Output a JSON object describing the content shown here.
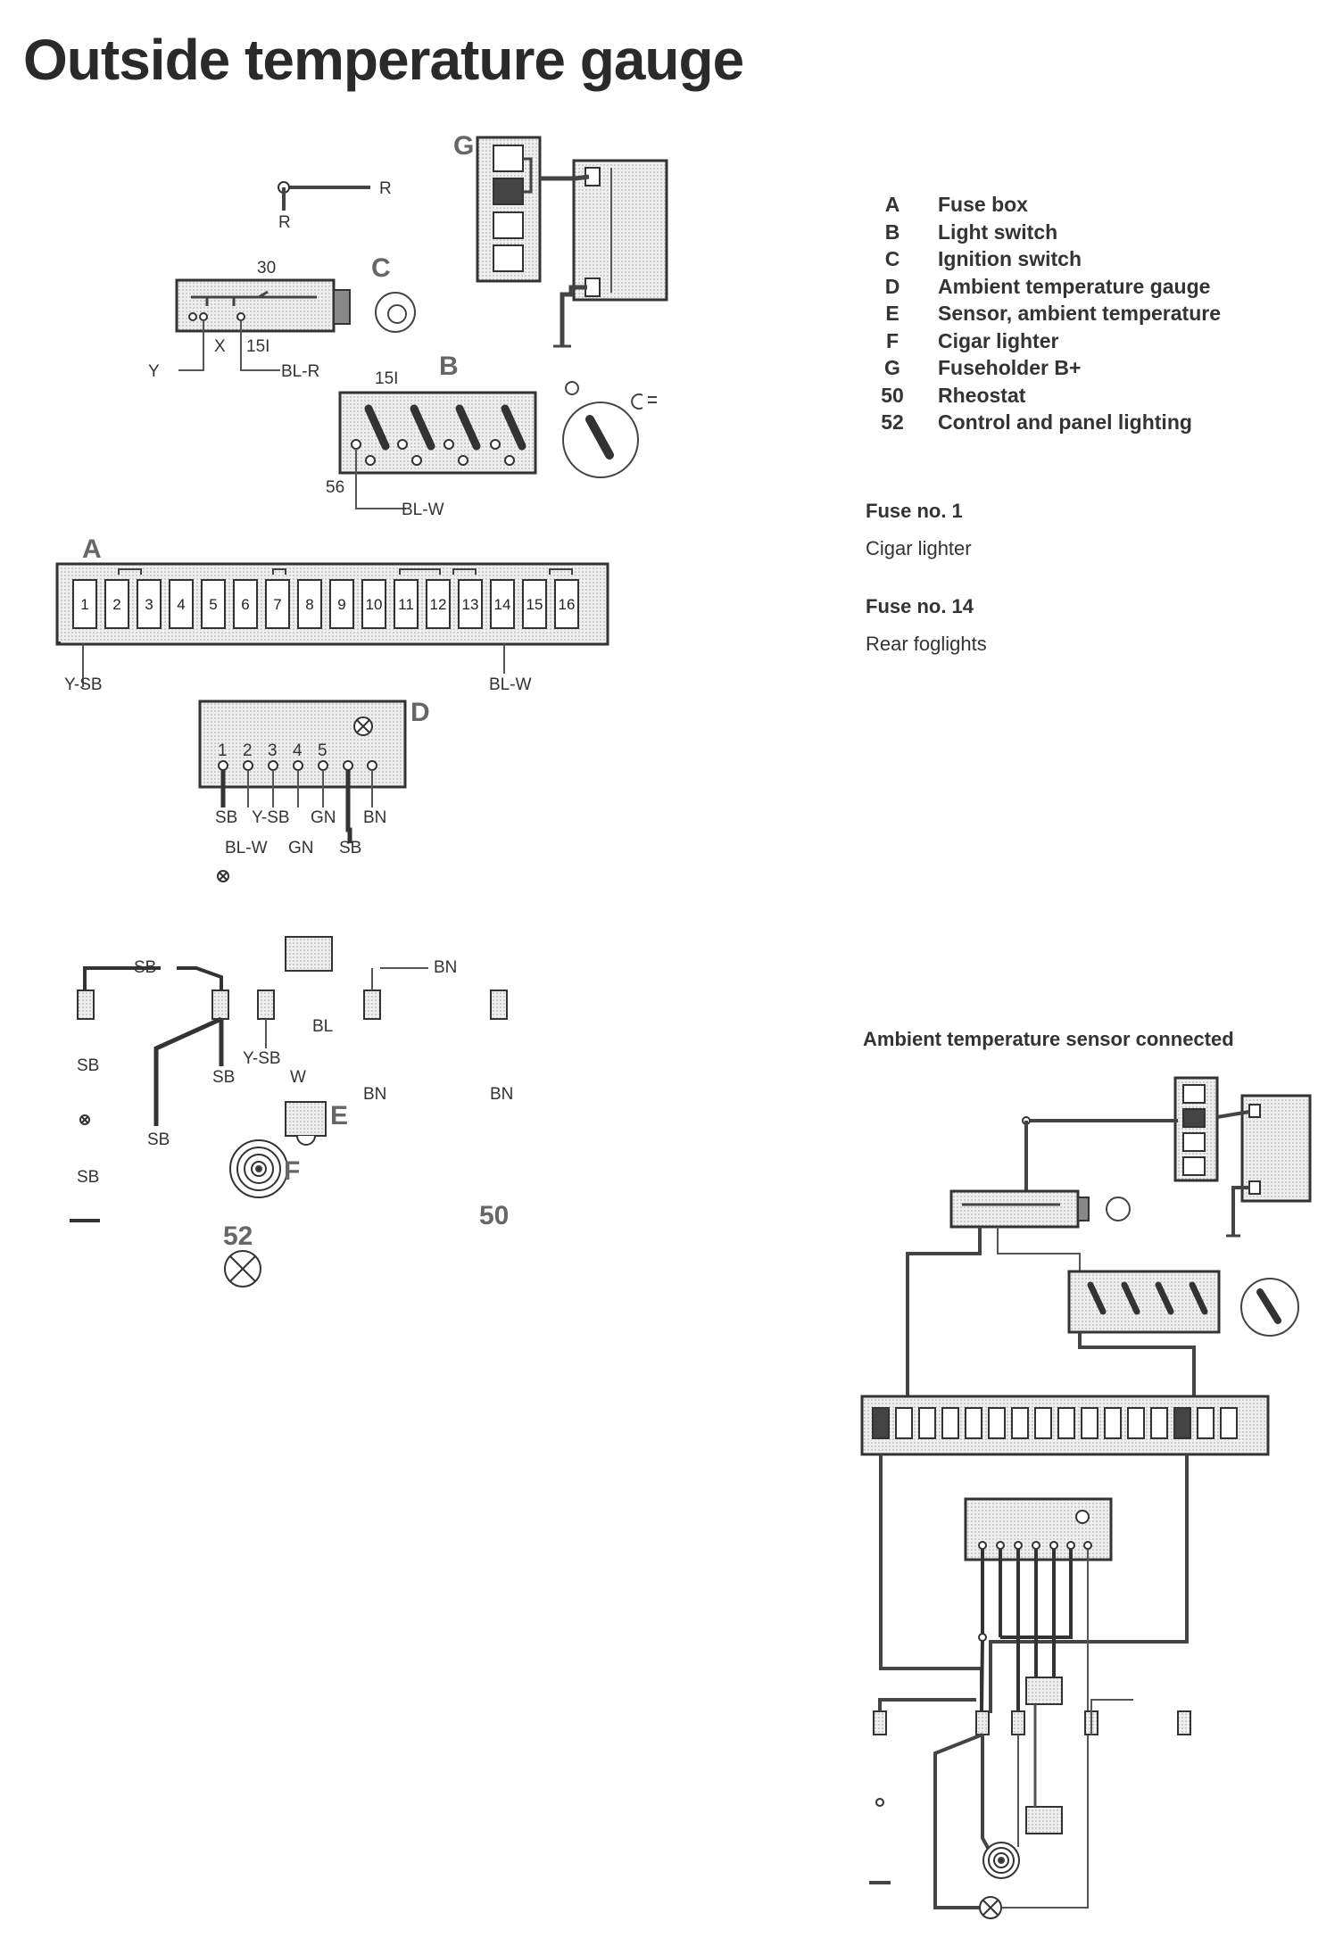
{
  "title": "Outside temperature gauge",
  "component_letters": {
    "A": "A",
    "B": "B",
    "C": "C",
    "D": "D",
    "E": "E",
    "F": "F",
    "G": "G"
  },
  "ref_numbers": {
    "n50": "50",
    "n52": "52"
  },
  "legend": [
    {
      "key": "A",
      "label": "Fuse box"
    },
    {
      "key": "B",
      "label": "Light switch"
    },
    {
      "key": "C",
      "label": "Ignition switch"
    },
    {
      "key": "D",
      "label": "Ambient temperature gauge"
    },
    {
      "key": "E",
      "label": "Sensor, ambient temperature"
    },
    {
      "key": "F",
      "label": "Cigar lighter"
    },
    {
      "key": "G",
      "label": "Fuseholder B+"
    },
    {
      "key": "50",
      "label": "Rheostat"
    },
    {
      "key": "52",
      "label": "Control and panel lighting"
    }
  ],
  "fuse_notes": [
    {
      "heading": "Fuse no. 1",
      "text": "Cigar lighter"
    },
    {
      "heading": "Fuse no. 14",
      "text": "Rear foglights"
    }
  ],
  "sensor_heading": "Ambient temperature sensor connected",
  "wires": {
    "R": "R",
    "Y": "Y",
    "X": "X",
    "t30": "30",
    "t15I": "15I",
    "BL_R": "BL-R",
    "t56": "56",
    "BL_W": "BL-W",
    "Y_SB": "Y-SB",
    "SB": "SB",
    "GN": "GN",
    "BN": "BN",
    "BL": "BL",
    "W": "W"
  },
  "fuse_numbers": [
    "1",
    "2",
    "3",
    "4",
    "5",
    "6",
    "7",
    "8",
    "9",
    "10",
    "11",
    "12",
    "13",
    "14",
    "15",
    "16"
  ],
  "gauge_pins": [
    "1",
    "2",
    "3",
    "4",
    "5"
  ]
}
